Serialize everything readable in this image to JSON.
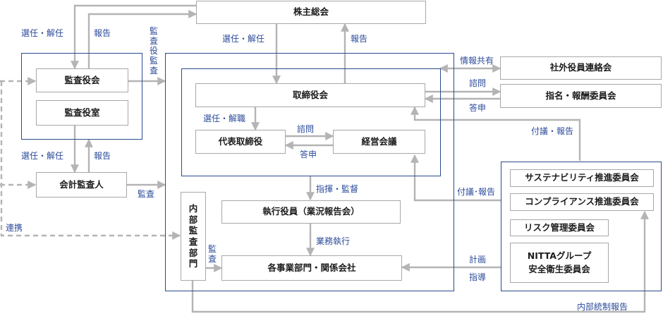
{
  "nodes": {
    "shareholders": "株主総会",
    "audit_board": "監査役会",
    "audit_office": "監査役室",
    "accounting_auditor": "会計監査人",
    "board": "取締役会",
    "representative": "代表取締役",
    "management_meeting": "経営会議",
    "executive_officers": "執行役員（業況報告会）",
    "divisions": "各事業部門・関係会社",
    "internal_audit": "内部監査部門",
    "outside_officers": "社外役員連絡会",
    "nomination_committee": "指名・報酬委員会",
    "sustainability": "サステナビリティ推進委員会",
    "compliance": "コンプライアンス推進委員会",
    "risk": "リスク管理委員会",
    "safety_line1": "NITTAグループ",
    "safety_line2": "安全衛生委員会"
  },
  "labels": {
    "elect_dismiss_left": "選任・解任",
    "report_left": "報告",
    "audit_by_auditors": "監査役監査",
    "elect_dismiss_center": "選任・解任",
    "report_center": "報告",
    "info_share": "情報共有",
    "consult_top": "諮問",
    "reply_top": "答申",
    "submit_report_top": "付議・報告",
    "appoint_dismiss": "選任・解職",
    "consult_mid": "諮問",
    "reply_mid": "答申",
    "elect_dismiss_low": "選任・解任",
    "report_low": "報告",
    "audit_accounting": "監査",
    "command_supervise": "指揮・監督",
    "submit_report_mid": "付議･報告",
    "business_exec": "業務執行",
    "audit_internal": "監査",
    "plan": "計画",
    "guide": "指導",
    "liaison": "連携",
    "internal_control_report": "内部統制報告"
  },
  "colors": {
    "frame": "#2b4a8f",
    "label": "#2c4b9a",
    "line": "#b4b4b4",
    "box_border": "#a8a8a8"
  }
}
